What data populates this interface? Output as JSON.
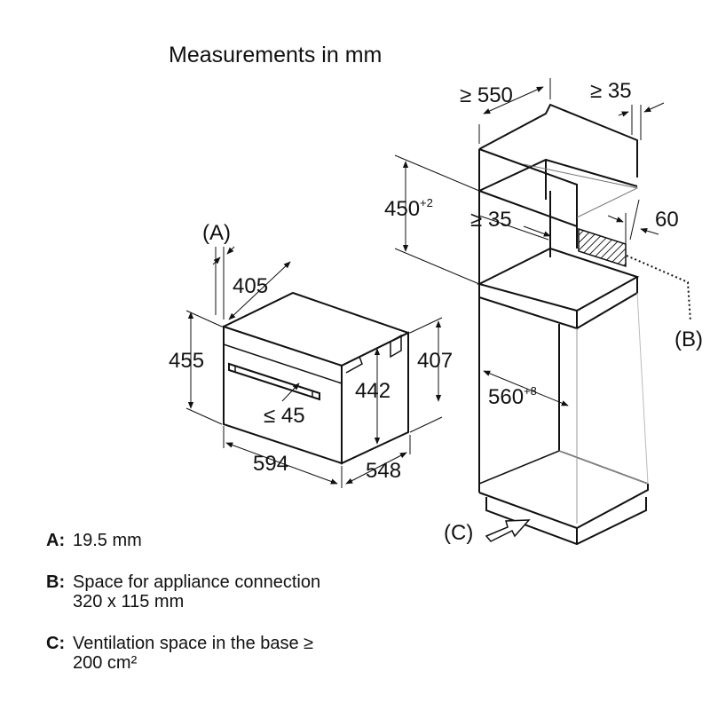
{
  "title": "Measurements in mm",
  "appliance": {
    "callout_a": "(A)",
    "dim_depth_front": "405",
    "dim_height_overall": "455",
    "dim_height_side": "407",
    "dim_inner_height": "442",
    "dim_handle": "≤ 45",
    "dim_width": "594",
    "dim_depth": "548"
  },
  "cabinet": {
    "dim_depth_top": "≥ 550",
    "dim_rear_gap_top": "≥ 35",
    "dim_niche_height": "450",
    "dim_niche_height_tol": "+2",
    "dim_rear_gap_mid": "≥ 35",
    "dim_rear_side": "60",
    "dim_niche_width": "560",
    "dim_niche_width_tol": "+8",
    "callout_b": "(B)",
    "callout_c": "(C)"
  },
  "legend": [
    {
      "key": "A:",
      "line1": "19.5 mm",
      "line2": ""
    },
    {
      "key": "B:",
      "line1": "Space for appliance connection",
      "line2": "320 x 115 mm"
    },
    {
      "key": "C:",
      "line1": "Ventilation space in the base ≥",
      "line2": "200 cm²"
    }
  ]
}
